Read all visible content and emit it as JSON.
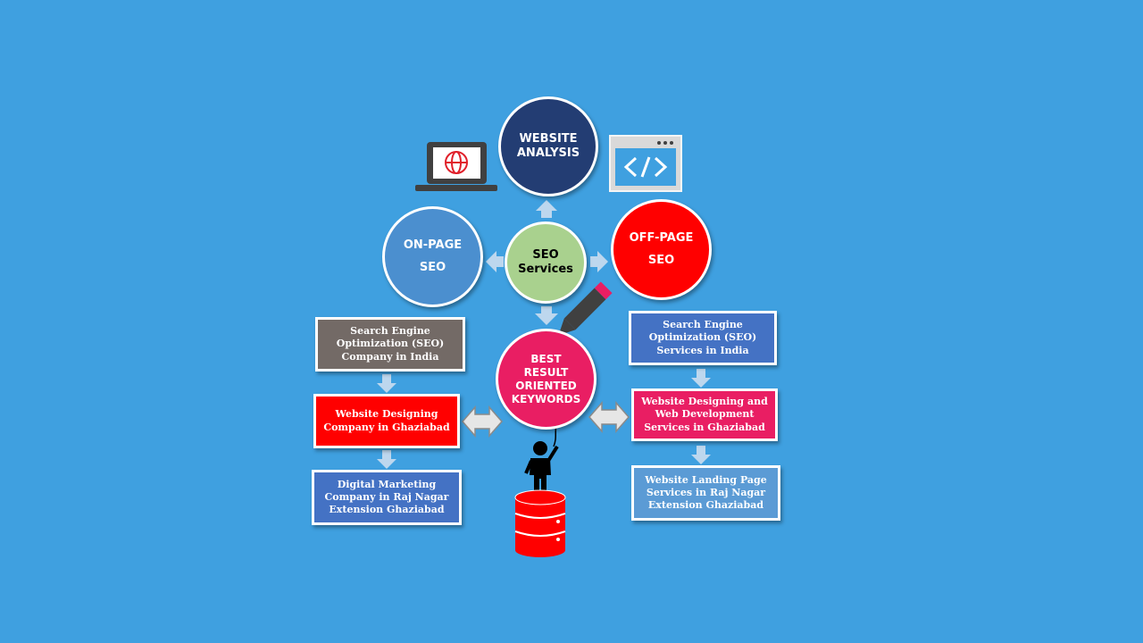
{
  "colors": {
    "background": "#3fa0e0",
    "website_analysis": "#233d73",
    "seo_services": "#a9d18e",
    "on_page": "#4b8fcf",
    "off_page": "#ff0000",
    "keywords": "#e91e63",
    "gray_box": "#736a66",
    "red_box": "#ff0000",
    "blue_box": "#4472c4",
    "pink_box": "#e91e63",
    "light_blue_box": "#5b9bd5",
    "arrow": "#bdd7ee"
  },
  "circles": {
    "website_analysis": {
      "line1": "WEBSITE",
      "line2": "ANALYSIS"
    },
    "seo_services": {
      "line1": "SEO",
      "line2": "Services"
    },
    "on_page": {
      "line1": "ON-PAGE",
      "line2": "SEO"
    },
    "off_page": {
      "line1": "OFF-PAGE",
      "line2": "SEO"
    },
    "keywords": {
      "line1": "BEST",
      "line2": "RESULT",
      "line3": "ORIENTED",
      "line4": "KEYWORDS"
    }
  },
  "left_boxes": [
    {
      "line1": "Search Engine",
      "line2": "Optimization  (SEO)",
      "line3": "Company in India"
    },
    {
      "line1": "Website Designing",
      "line2": "Company in Ghaziabad"
    },
    {
      "line1": "Digital Marketing",
      "line2": "Company in Raj Nagar",
      "line3": "Extension Ghaziabad"
    }
  ],
  "right_boxes": [
    {
      "line1": "Search Engine",
      "line2": "Optimization  (SEO)",
      "line3": "Services in India"
    },
    {
      "line1": "Website Designing and",
      "line2": "Web Development",
      "line3": "Services in Ghaziabad"
    },
    {
      "line1": "Website Landing Page",
      "line2": "Services in  Raj  Nagar",
      "line3": "Extension Ghaziabad"
    }
  ],
  "icons": [
    "laptop-globe-icon",
    "code-window-icon",
    "pencil-icon",
    "person-balloon-icon",
    "database-icon"
  ]
}
